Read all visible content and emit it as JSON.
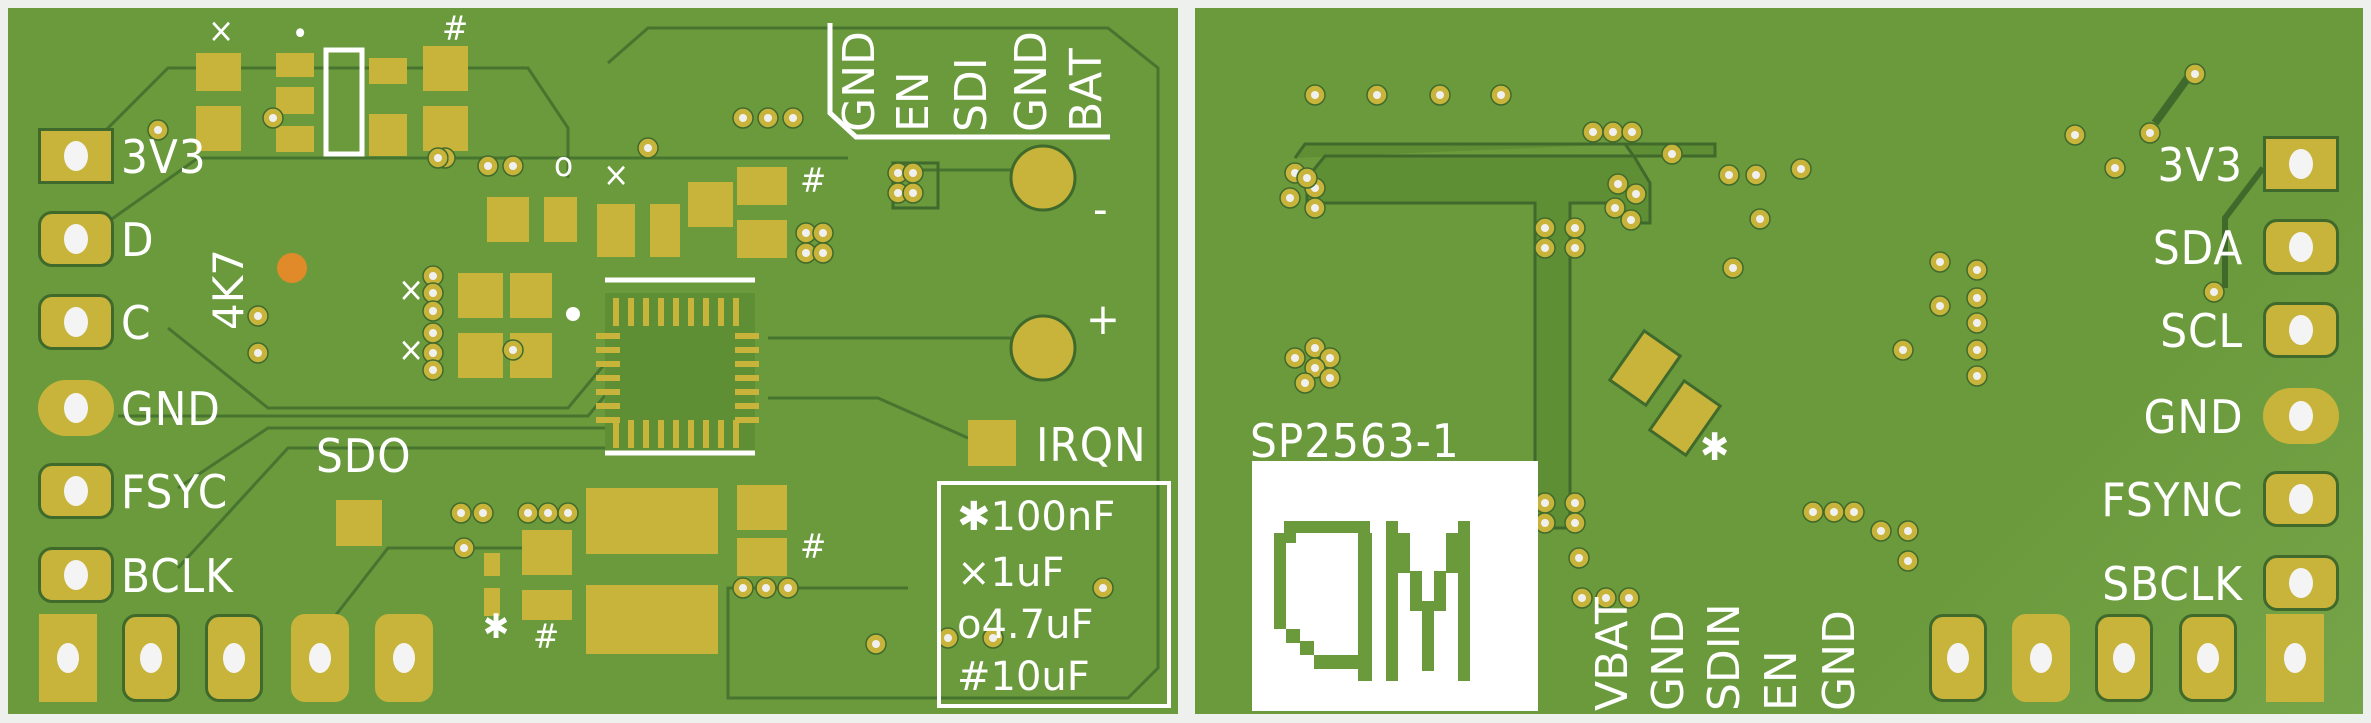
{
  "left_board": {
    "pins": [
      "3V3",
      "D",
      "C",
      "GND",
      "FSYC",
      "BCLK"
    ],
    "resistor_label": "4K7",
    "sdo_label": "SDO",
    "irqn_label": "IRQN",
    "top_labels": [
      "GND",
      "EN",
      "SDI",
      "GND",
      "BAT"
    ],
    "minus_label": "-",
    "plus_label": "+",
    "component_marks": [
      "×",
      "•",
      "#",
      "o",
      "×",
      "#",
      "×",
      "×",
      "✱",
      "#",
      "#"
    ],
    "legend": [
      {
        "symbol": "✱",
        "value": "100nF"
      },
      {
        "symbol": "×",
        "value": "1uF"
      },
      {
        "symbol": "o",
        "value": "4.7uF"
      },
      {
        "symbol": "#",
        "value": "10uF"
      }
    ]
  },
  "right_board": {
    "pins": [
      "3V3",
      "SDA",
      "SCL",
      "GND",
      "FSYNC",
      "SBCLK"
    ],
    "part_number": "SP2563-1",
    "logo_text": "QM",
    "bottom_labels": [
      "VBAT",
      "GND",
      "SDIN",
      "EN",
      "GND"
    ],
    "cap_mark": "✱"
  },
  "colors": {
    "board": "#6a9a3c",
    "copper": "#c8b43a",
    "silk": "#ffffff",
    "trace_edge": "#3f6a2c"
  }
}
